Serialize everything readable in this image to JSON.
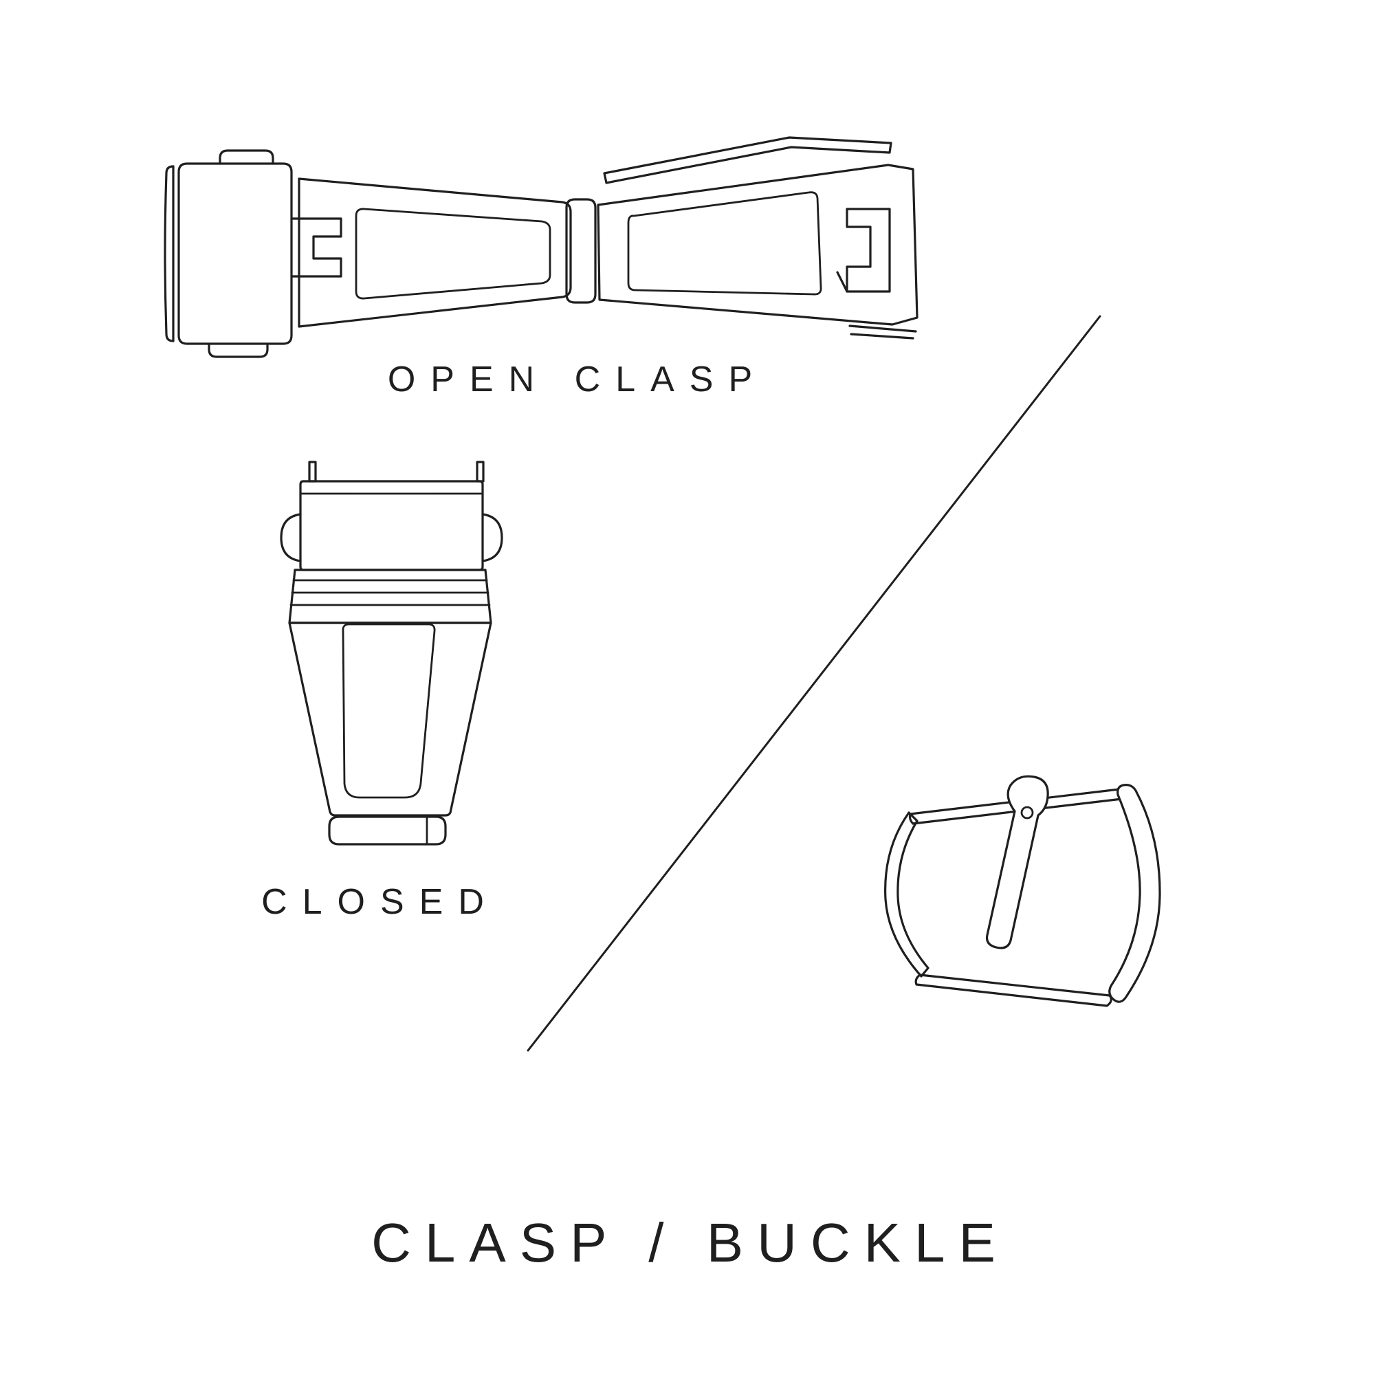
{
  "page": {
    "background_color": "#ffffff",
    "line_color": "#1f1f1f",
    "text_color": "#1f1f1f"
  },
  "labels": {
    "open_clasp": "OPEN CLASP",
    "closed": "CLOSED",
    "title": "CLASP / BUCKLE"
  },
  "illustrations": {
    "open_clasp": "open-deployant-clasp-line-drawing",
    "closed_clasp": "closed-clasp-line-drawing",
    "buckle": "tang-buckle-line-drawing",
    "divider": "diagonal-divider-line"
  }
}
